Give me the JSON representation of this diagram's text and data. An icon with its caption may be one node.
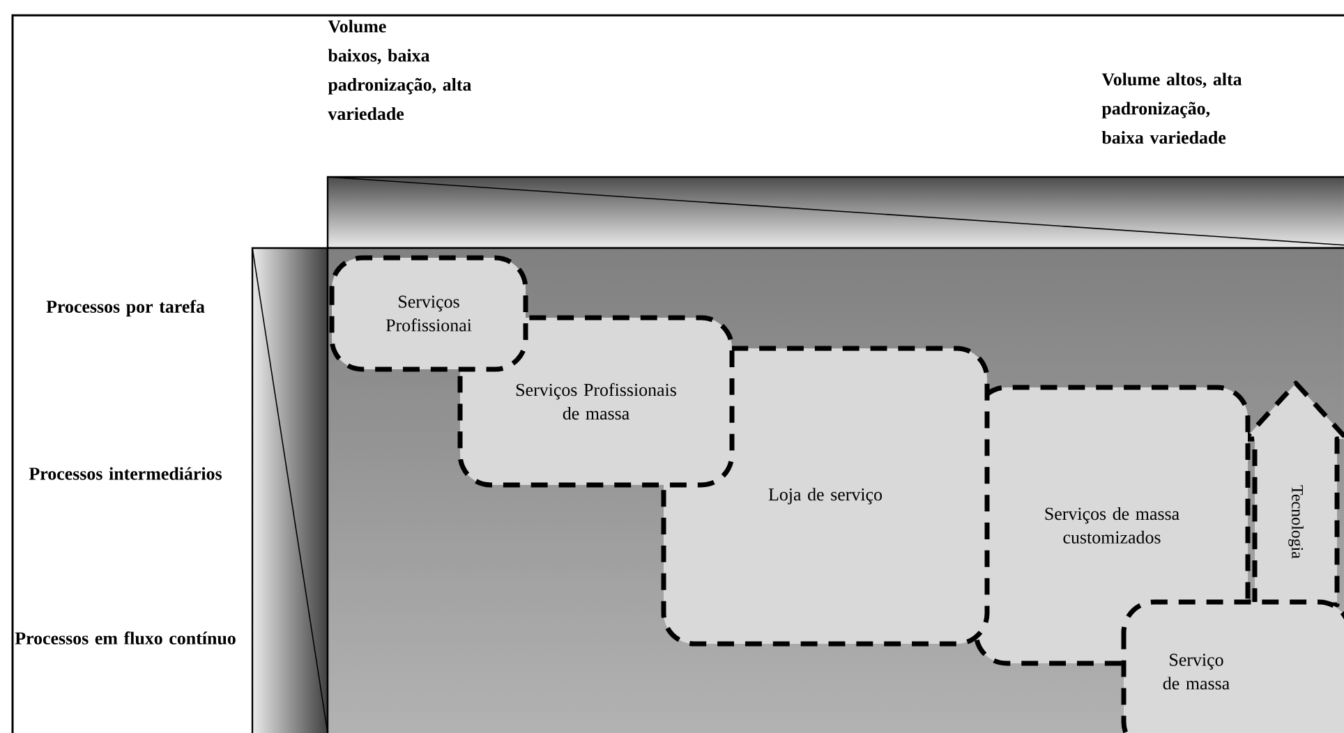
{
  "diagram": {
    "nodes": [
      {
        "text": [
          "Serviços Profissionai"
        ]
      },
      {
        "text": [
          "Serviços Profissionais de massa"
        ]
      },
      {
        "text": [
          "Loja de serviço"
        ]
      },
      {
        "text": [
          "Serviços de massa customizados"
        ]
      },
      {
        "text": [
          "Tecnologia"
        ]
      },
      {
        "text": [
          "Serviço de massa"
        ]
      }
    ],
    "labels": [
      "Volume baixos, baixa padronização, alta variedade",
      "Volume altos, alta padronização, baixa variedade",
      "Processos por tarefa",
      "Processos intermediários",
      "Processos em fluxo contínuo"
    ]
  }
}
